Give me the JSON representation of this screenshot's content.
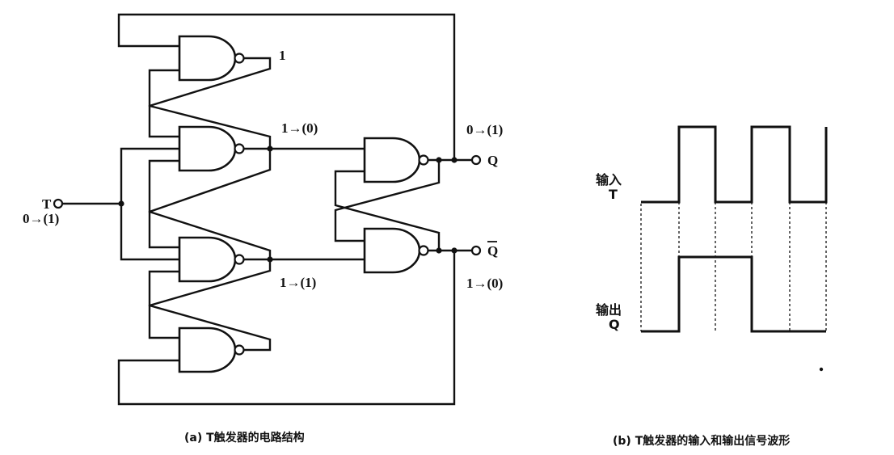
{
  "circuit": {
    "state_top": "1",
    "state_mid_upper": "1→(0)",
    "state_mid_lower": "1→(1)",
    "input_name": "T",
    "input_state": "0→(1)",
    "output_q_state": "0→(1)",
    "output_q": "Q",
    "output_qbar": "Q",
    "output_qbar_state": "1→(0)",
    "caption": "(a) T触发器的电路结构"
  },
  "waveform": {
    "input_label_line1": "输入",
    "input_label_line2": "T",
    "output_label_line1": "输出",
    "output_label_line2": "Q",
    "caption": "(b) T触发器的输入和输出信号波形"
  }
}
